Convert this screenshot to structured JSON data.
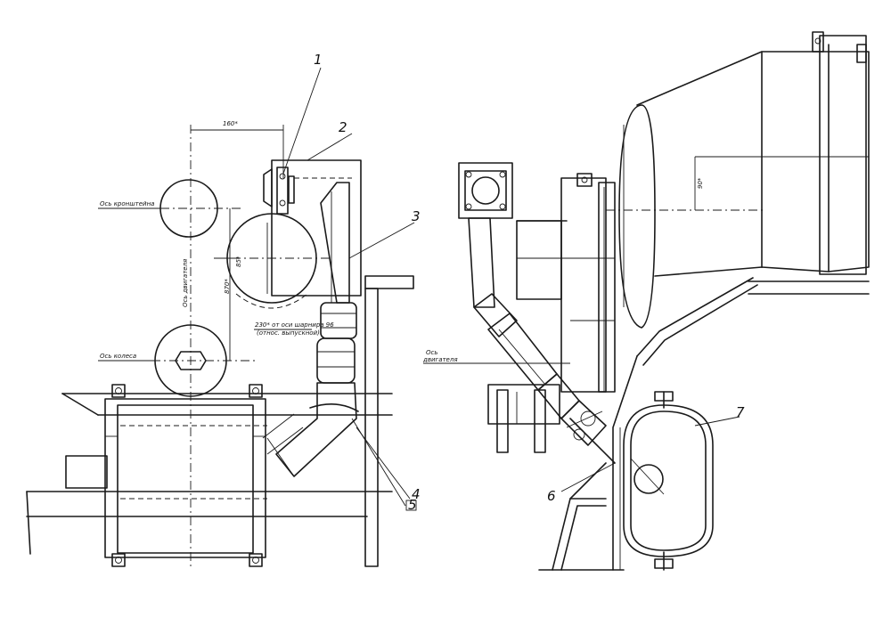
{
  "callouts": {
    "c1": "1",
    "c2": "2",
    "c3": "3",
    "c4": "4",
    "c5": "5",
    "c6": "6",
    "c7": "7"
  },
  "annotations": {
    "dim_top": "160*",
    "axis_upper_wheel": "Ось кронштейна",
    "axis_lower_wheel": "Ось колеса",
    "axis_vertical": "Ось двигателя",
    "dim_vertical_small": "85*",
    "dim_vertical_main": "870*",
    "note_offset": "230* от оси шарнира 96",
    "note_offset_2": "(относ. выпускной)",
    "axis_right": "Ось",
    "axis_right_2": "двигателя",
    "dim_right": "90*"
  }
}
